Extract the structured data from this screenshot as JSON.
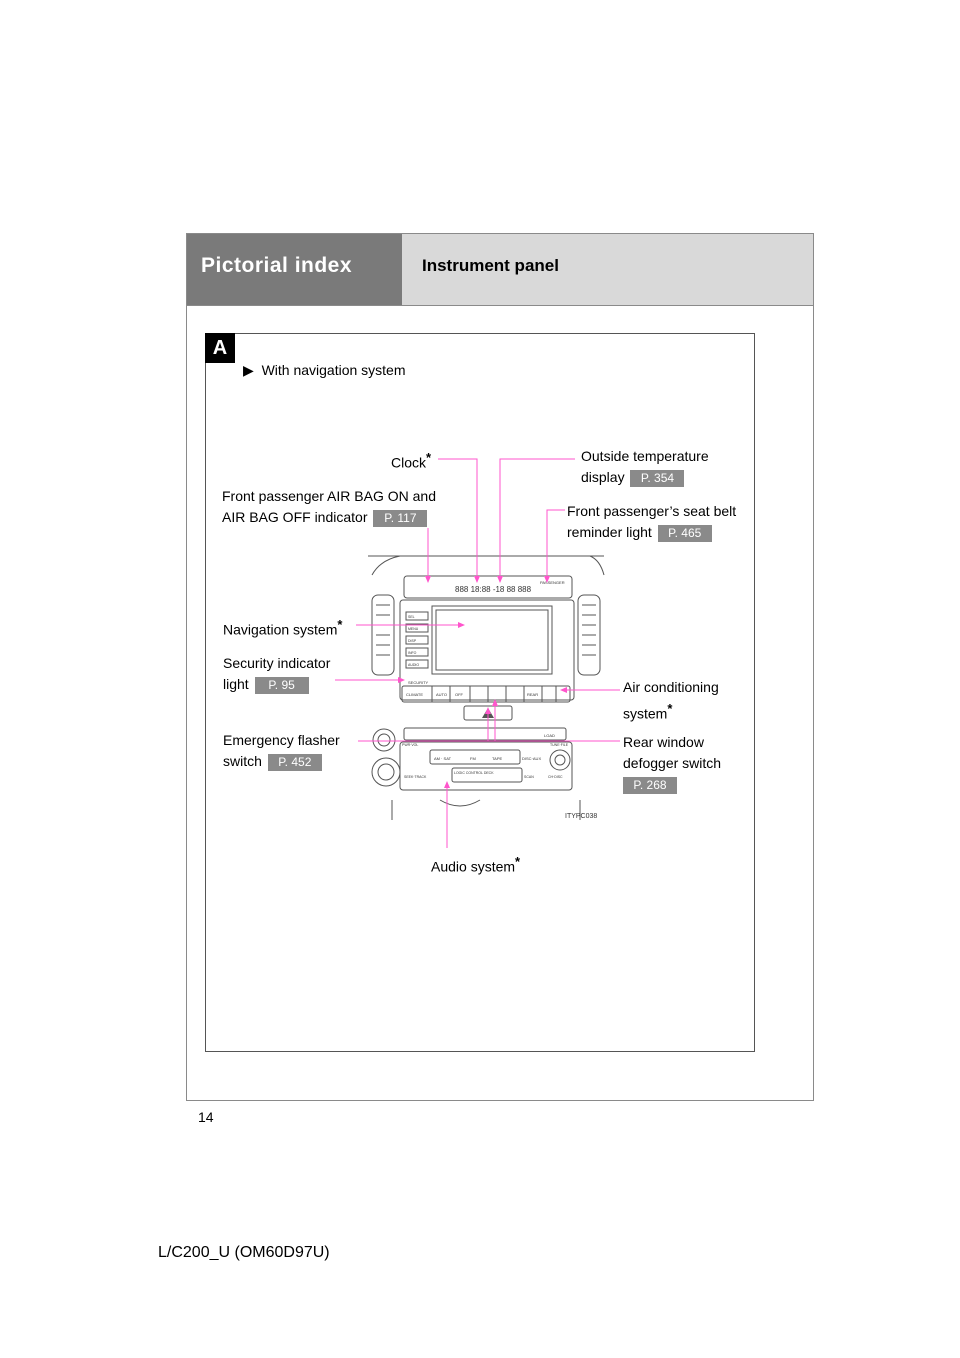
{
  "header": {
    "section_title": "Pictorial index",
    "subsection_title": "Instrument panel"
  },
  "figure": {
    "badge": "A",
    "variant_note": "With navigation system",
    "image_code": "ITYPC038",
    "callouts": {
      "clock": {
        "label": "Clock",
        "asterisk": "*"
      },
      "outside_temp": {
        "line1": "Outside temperature",
        "line2": "display",
        "ref": "P. 354"
      },
      "airbag_indicator": {
        "line1": "Front passenger AIR BAG ON and",
        "line2": "AIR BAG OFF indicator",
        "ref": "P. 117"
      },
      "seatbelt_light": {
        "line1": "Front passenger’s seat belt",
        "line2": "reminder light",
        "ref": "P. 465"
      },
      "navigation": {
        "label": "Navigation system",
        "asterisk": "*"
      },
      "security": {
        "line1": "Security indicator",
        "line2": "light",
        "ref": "P. 95"
      },
      "air_conditioning": {
        "line1": "Air conditioning",
        "line2": "system",
        "asterisk": "*"
      },
      "emergency_flasher": {
        "line1": "Emergency flasher",
        "line2": "switch",
        "ref": "P. 452"
      },
      "rear_defogger": {
        "line1": "Rear window",
        "line2": "defogger switch",
        "ref": "P. 268"
      },
      "audio": {
        "label": "Audio system",
        "asterisk": "*"
      }
    },
    "panel_text": {
      "display": "888  18:88  -18 88  888",
      "passenger": "PASSENGER",
      "nav_buttons": [
        "SEL",
        "MENU",
        "DISP",
        "INFO",
        "AUDIO"
      ],
      "security": "SECURITY",
      "climate": "CLIMATE",
      "auto": "AUTO",
      "off": "OFF",
      "rear": "REAR",
      "load": "LOAD",
      "pwr_vol": "PWR·VOL",
      "tune_file": "TUNE·FILE",
      "am_sat": "AM · SAT",
      "fm": "FM",
      "tape": "TAPE",
      "disc": "DISC·AUX",
      "seek_track": "SEEK·TRACK",
      "scan": "SCAN",
      "ch_disc": "CH·DISC",
      "logic": "LOGIC CONTROL DECK"
    }
  },
  "page_number": "14",
  "footer_code": "L/C200_U (OM60D97U)",
  "colors": {
    "leader": "#ff55cc",
    "ref_badge": "#8a8a8a",
    "header_dark": "#7a7a7a",
    "header_light": "#d9d9d9"
  }
}
